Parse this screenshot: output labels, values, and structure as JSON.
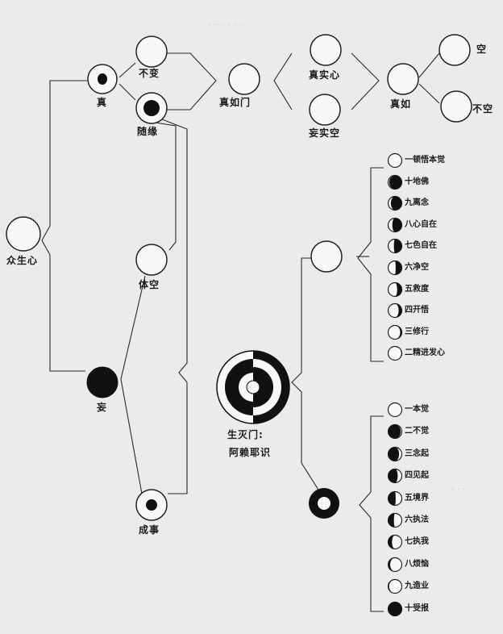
{
  "diagram": {
    "root": "众生心",
    "true_branch": "真",
    "unchanging": "不变",
    "conditioned": "随缘",
    "true_thusness_gate": "真如门",
    "true_real_mind": "真实心",
    "false_real_void": "妄实空",
    "thusness": "真如",
    "empty": "空",
    "not_empty": "不空",
    "essence_empty": "体空",
    "false_branch": "妄",
    "arising_gate": "生灭门:",
    "alaya": "阿赖耶识",
    "result": "成事",
    "upper_list": [
      "一顿悟本觉",
      "十地佛",
      "九离念",
      "八心自在",
      "七色自在",
      "六净空",
      "五救度",
      "四开悟",
      "三修行",
      "二精进发心"
    ],
    "lower_list": [
      "一本觉",
      "二不觉",
      "三念起",
      "四见起",
      "五境界",
      "六执法",
      "七执我",
      "八烦恼",
      "九造业",
      "十受报"
    ]
  }
}
